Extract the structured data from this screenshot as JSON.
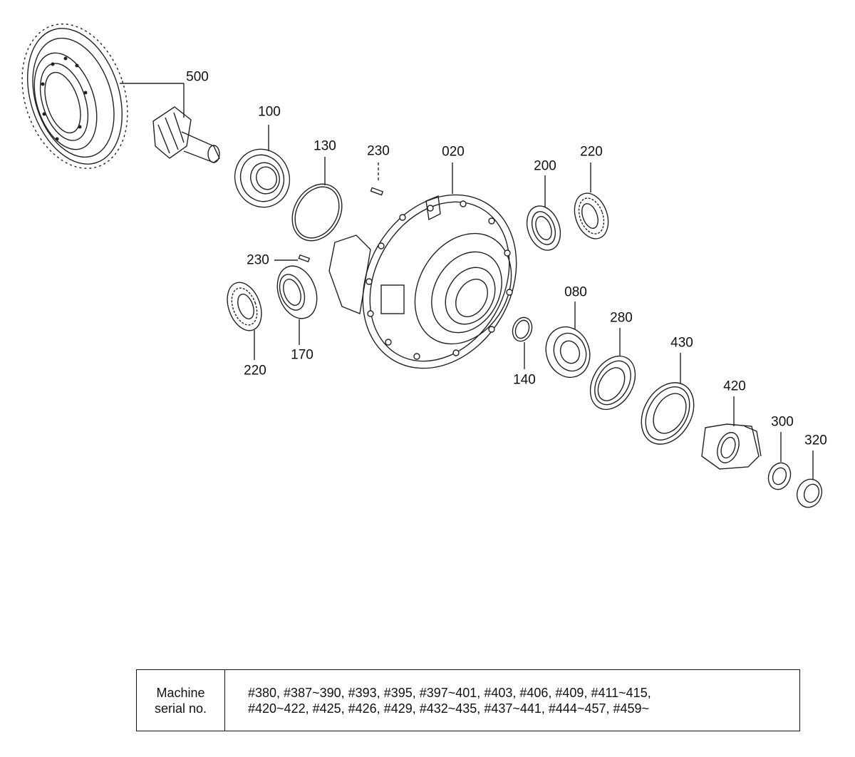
{
  "callouts": {
    "c500": "500",
    "c100": "100",
    "c130": "130",
    "c230a": "230",
    "c020": "020",
    "c200": "200",
    "c220a": "220",
    "c230b": "230",
    "c220b": "220",
    "c170": "170",
    "c080": "080",
    "c280": "280",
    "c140": "140",
    "c430": "430",
    "c420": "420",
    "c300": "300",
    "c320": "320"
  },
  "serial_table": {
    "label_line1": "Machine",
    "label_line2": "serial no.",
    "value_line1": "#380, #387~390, #393, #395, #397~401, #403, #406, #409, #411~415,",
    "value_line2": "#420~422, #425, #426, #429, #432~435, #437~441, #444~457, #459~"
  }
}
